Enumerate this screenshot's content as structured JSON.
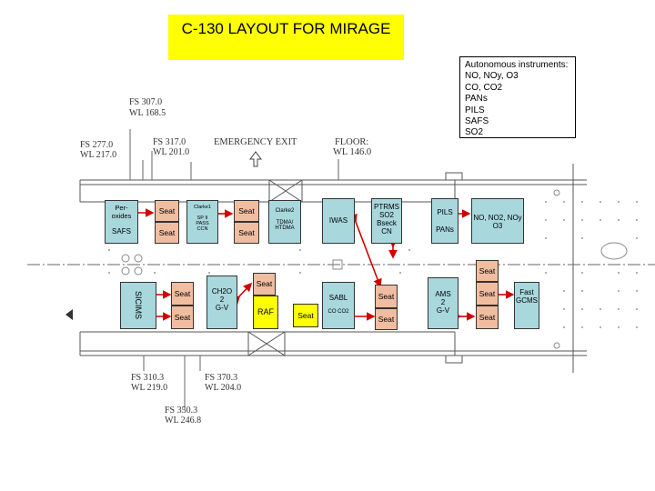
{
  "title": "C-130 LAYOUT FOR MIRAGE",
  "autonomous": {
    "heading": "Autonomous instruments:",
    "items": [
      "NO, NOy, O3",
      "CO, CO2",
      "PANs",
      "PILS",
      "SAFS",
      "SO2"
    ]
  },
  "labels": {
    "fs307": "FS 307.0",
    "wl1685": "WL 168.5",
    "fs277": "FS 277.0",
    "wl217": "WL 217.0",
    "fs317": "FS 317.0",
    "wl201": "WL 201.0",
    "emergency": "EMERGENCY EXIT",
    "floor": "FLOOR:",
    "wl146": "WL 146.0",
    "fs3103": "FS 310.3",
    "wl219": "WL 219.0",
    "fs3703": "FS 370.3",
    "wl204": "WL 204.0",
    "fs3503": "FS 350.3",
    "wl2468": "WL 246.8"
  },
  "boxes": {
    "peroxides": [
      "Per-",
      "oxides",
      "SAFS"
    ],
    "clarke1": [
      "Clarke1",
      "SP II",
      "PASS",
      "CCN"
    ],
    "clarke2": [
      "Clarke2",
      "TDMA/",
      "HTDMA"
    ],
    "iwas": [
      "IWAS"
    ],
    "ptrms": [
      "PTRMS",
      "SO2",
      "Bseck",
      "CN"
    ],
    "pils": [
      "PILS",
      "PANs"
    ],
    "no": [
      "NO, NO2, NOy",
      "O3"
    ],
    "sicims": [
      "SICIMS"
    ],
    "ch2o": [
      "CH2O",
      "2",
      "G-V"
    ],
    "raf": [
      "RAF"
    ],
    "sabl": [
      "SABL",
      "CO CO2"
    ],
    "ams": [
      "AMS",
      "2",
      "G-V"
    ],
    "fast": [
      "Fast",
      "GCMS"
    ],
    "seat": "Seat"
  }
}
